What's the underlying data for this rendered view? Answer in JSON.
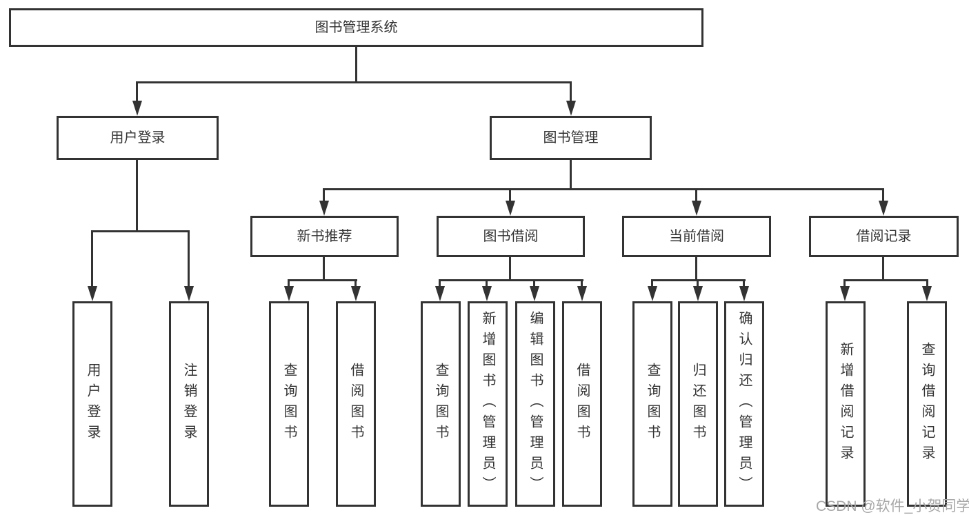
{
  "tree": {
    "root": {
      "label": "图书管理系统"
    },
    "branches": [
      {
        "label": "用户登录",
        "children": [
          {
            "label": "用户登录"
          },
          {
            "label": "注销登录"
          }
        ]
      },
      {
        "label": "图书管理",
        "children": [
          {
            "label": "新书推荐",
            "children": [
              {
                "label": "查询图书"
              },
              {
                "label": "借阅图书"
              }
            ]
          },
          {
            "label": "图书借阅",
            "children": [
              {
                "label": "查询图书"
              },
              {
                "label": "新增图书（管理员）"
              },
              {
                "label": "编辑图书（管理员）"
              },
              {
                "label": "借阅图书"
              }
            ]
          },
          {
            "label": "当前借阅",
            "children": [
              {
                "label": "查询图书"
              },
              {
                "label": "归还图书"
              },
              {
                "label": "确认归还（管理员）"
              }
            ]
          },
          {
            "label": "借阅记录",
            "children": [
              {
                "label": "新增借阅记录"
              },
              {
                "label": "查询借阅记录"
              }
            ]
          }
        ]
      }
    ]
  },
  "watermark": {
    "text": "CSDN @软件_小贺同学"
  },
  "colors": {
    "line": "#333333",
    "text": "#333333",
    "background": "#ffffff",
    "watermark": "#a8a8a8"
  }
}
